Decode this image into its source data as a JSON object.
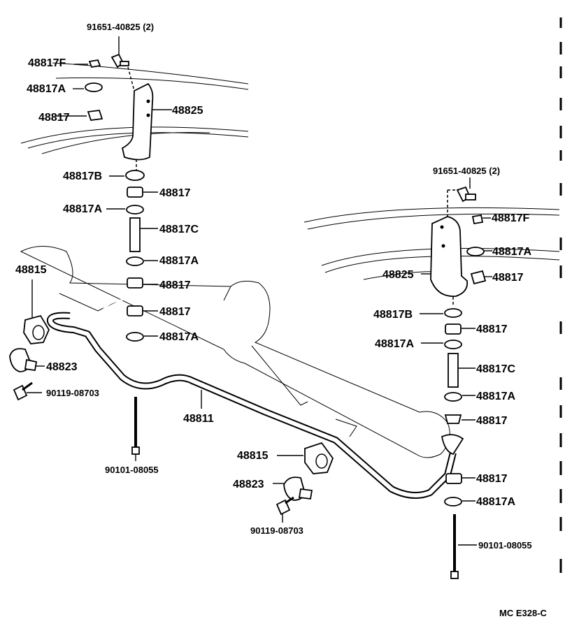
{
  "labels": {
    "bolt_top_left": "91651-40825 (2)",
    "bolt_top_right": "91651-40825 (2)",
    "nut_f_left": "48817F",
    "nut_f_right": "48817F",
    "washer_a_1": "48817A",
    "cushion_1": "48817",
    "bracket_left": "48825",
    "bracket_right": "48825",
    "washer_b_left": "48817B",
    "washer_b_right": "48817B",
    "cushion_2": "48817",
    "washer_a_2": "48817A",
    "collar_left": "48817C",
    "collar_right": "48817C",
    "washer_a_3": "48817A",
    "cushion_3": "48817",
    "cushion_4": "48817",
    "washer_a_4": "48817A",
    "bushing_left": "48815",
    "bushing_mid": "48815",
    "clamp_left": "48823",
    "clamp_mid": "48823",
    "bolt_left": "90119-08703",
    "bolt_mid": "90119-08703",
    "stabilizer_bar": "48811",
    "link_bolt_left": "90101-08055",
    "link_bolt_right": "90101-08055",
    "r_washer_a_1": "48817A",
    "r_cushion_1": "48817",
    "r_cushion_2": "48817",
    "r_washer_a_2": "48817A",
    "r_washer_a_3": "48817A",
    "r_cushion_3": "48817",
    "r_cushion_4": "48817",
    "r_washer_a_4": "48817A",
    "footer_code": "MC  E328-C"
  }
}
